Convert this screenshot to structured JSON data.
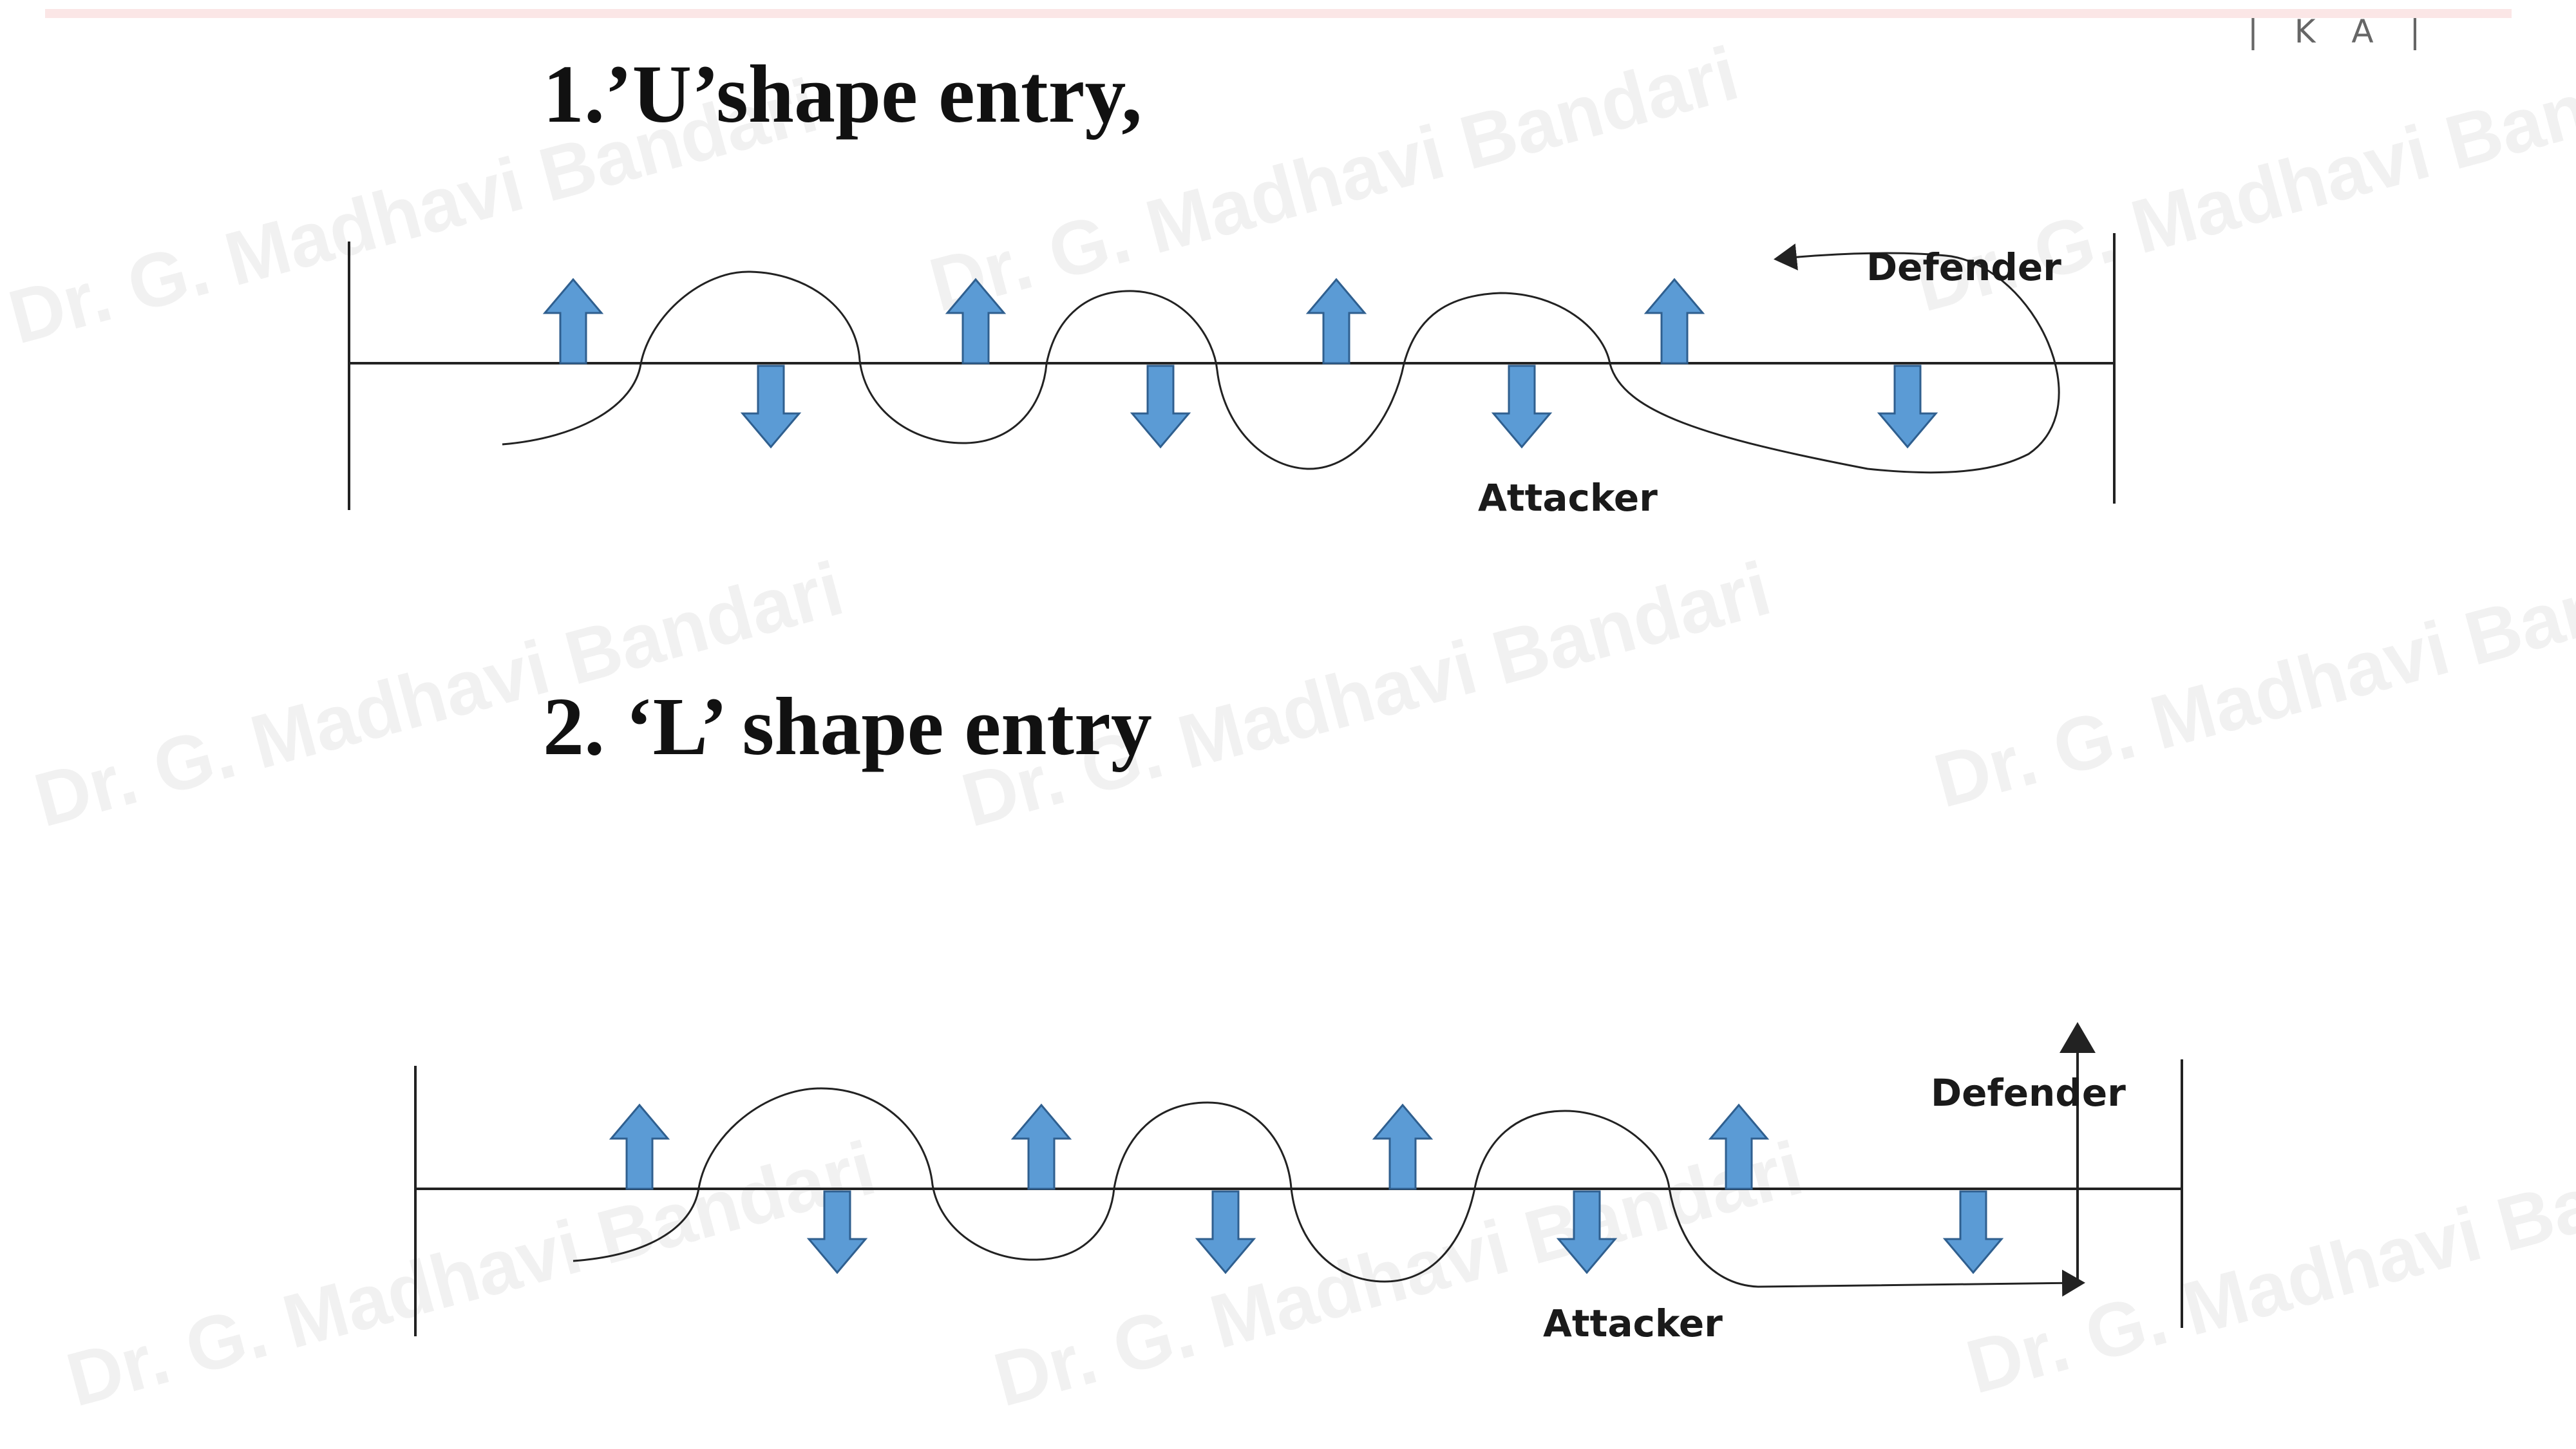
{
  "slide": {
    "page_mark": "| K A |",
    "watermark_text": "Dr. G. Madhavi Bandari"
  },
  "diagrams": [
    {
      "title": "1.’U’shape entry,",
      "defender_label": "Defender",
      "attacker_label": "Attacker",
      "arrows": [
        "up",
        "down",
        "up",
        "down",
        "up",
        "down",
        "up",
        "down"
      ]
    },
    {
      "title": "2. ‘L’ shape entry",
      "defender_label": "Defender",
      "attacker_label": "Attacker",
      "arrows": [
        "up",
        "down",
        "up",
        "down",
        "up",
        "down",
        "up",
        "down"
      ]
    }
  ],
  "colors": {
    "arrow_fill": "#5b9bd5",
    "arrow_stroke": "#2f5f8f",
    "line": "#222222"
  }
}
